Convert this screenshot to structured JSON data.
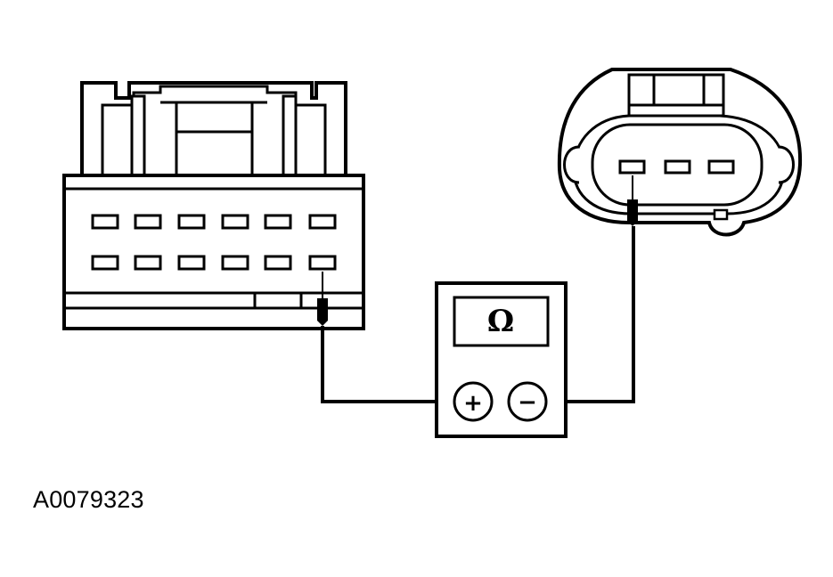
{
  "figure_id": "A0079323",
  "meter": {
    "display_symbol": "Ω",
    "positive_terminal": "+",
    "negative_terminal": "−"
  },
  "left_connector": {
    "pin_rows": 2,
    "pins_per_row": 6
  },
  "right_connector": {
    "pin_count": 3
  }
}
